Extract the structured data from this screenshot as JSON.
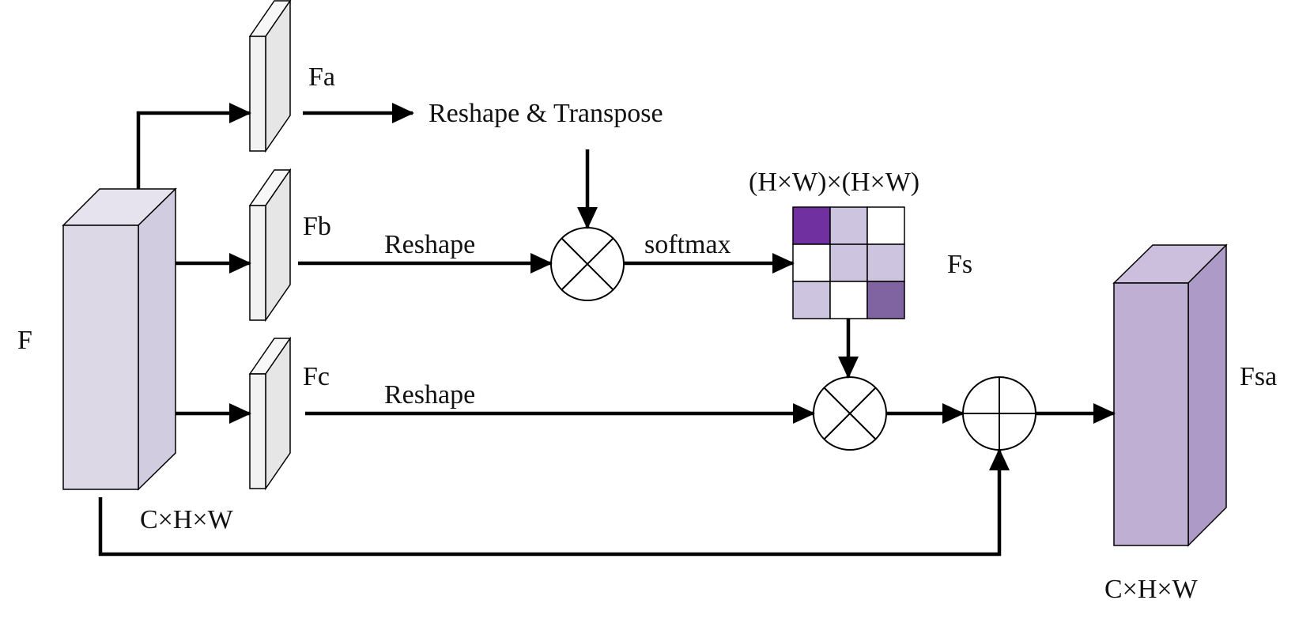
{
  "labels": {
    "input": "F",
    "input_dim": "C×H×W",
    "branch_a": "Fa",
    "branch_b": "Fb",
    "branch_c": "Fc",
    "reshape_transpose": "Reshape & Transpose",
    "reshape_b": "Reshape",
    "reshape_c": "Reshape",
    "softmax": "softmax",
    "attention_dim": "(H×W)×(H×W)",
    "attention_map": "Fs",
    "output": "Fsa",
    "output_dim": "C×H×W"
  },
  "attention_grid_colors": [
    [
      "#7030a0",
      "#cdc4df",
      "#ffffff"
    ],
    [
      "#ffffff",
      "#cdc4df",
      "#cdc4df"
    ],
    [
      "#cdc4df",
      "#ffffff",
      "#8064a2"
    ]
  ],
  "colors": {
    "input_box": "#dcd8e6",
    "branch_box": "#f2f2f2",
    "output_box": "#bfb0d3",
    "lines": "#000000"
  }
}
